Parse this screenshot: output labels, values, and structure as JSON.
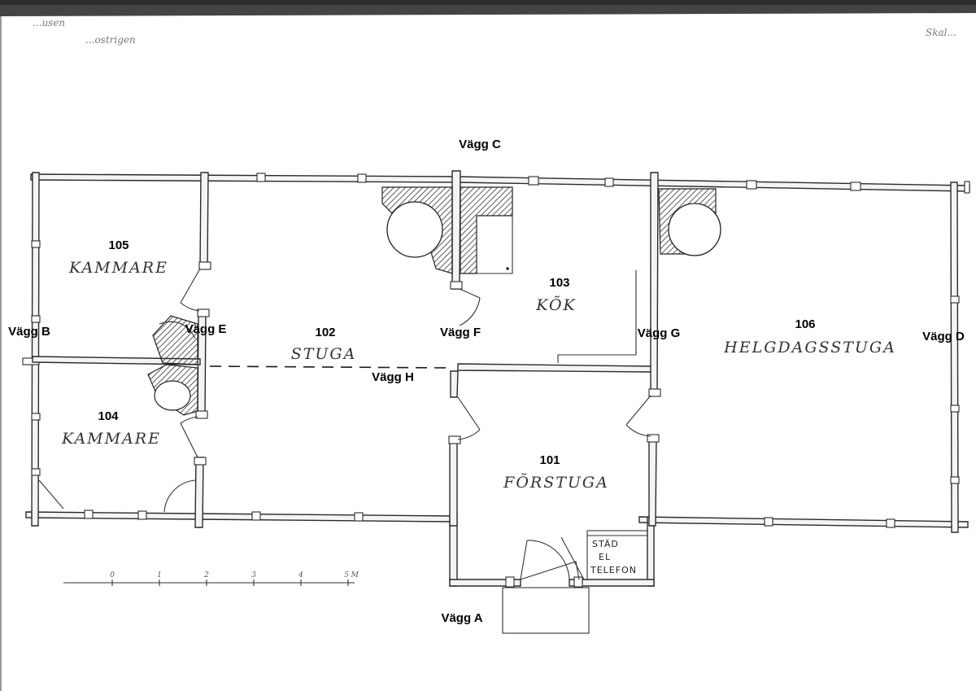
{
  "header": {
    "handwriting_left_line1": "...usen",
    "handwriting_left_line2": "...ostrigen",
    "handwriting_right": "Skal..."
  },
  "walls": {
    "a": "Vägg A",
    "b": "Vägg B",
    "c": "Vägg C",
    "d": "Vägg D",
    "e": "Vägg E",
    "f": "Vägg F",
    "g": "Vägg G",
    "h": "Vägg H"
  },
  "rooms": {
    "r101": {
      "number": "101",
      "name": "FÕRSTUGA"
    },
    "r102": {
      "number": "102",
      "name": "STUGA"
    },
    "r103": {
      "number": "103",
      "name": "KÕK"
    },
    "r104": {
      "number": "104",
      "name": "KAMMARE"
    },
    "r105": {
      "number": "105",
      "name": "KAMMARE"
    },
    "r106": {
      "number": "106",
      "name": "HELGDAGSSTUGA"
    }
  },
  "closet": {
    "line1": "STÄD",
    "line2": "EL",
    "line3": "TELEFON"
  },
  "scale": {
    "ticks": [
      "0",
      "1",
      "2",
      "3",
      "4",
      "5 M"
    ]
  }
}
